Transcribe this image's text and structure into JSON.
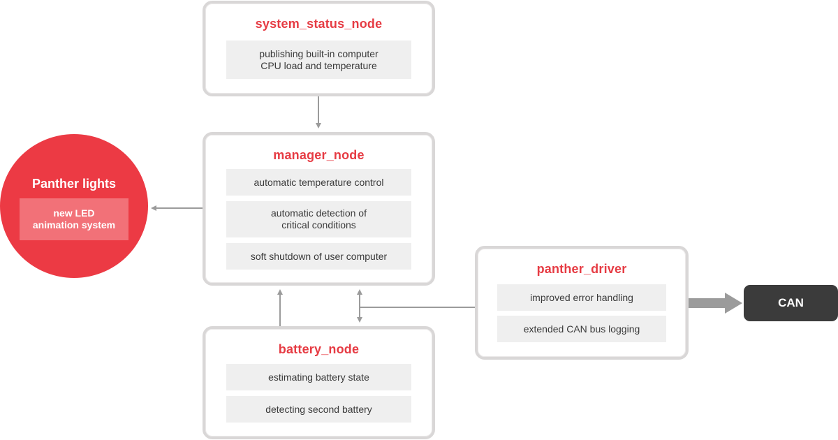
{
  "nodes": {
    "system_status": {
      "title": "system_status_node",
      "features": [
        "publishing built-in computer\nCPU load and temperature"
      ]
    },
    "manager": {
      "title": "manager_node",
      "features": [
        "automatic temperature control",
        "automatic detection of\ncritical conditions",
        "soft shutdown of user computer"
      ]
    },
    "battery": {
      "title": "battery_node",
      "features": [
        "estimating battery state",
        "detecting second battery"
      ]
    },
    "panther_driver": {
      "title": "panther_driver",
      "features": [
        "improved error handling",
        "extended CAN bus logging"
      ]
    }
  },
  "lights": {
    "title": "Panther lights",
    "feature": "new LED\nanimation system"
  },
  "can": {
    "label": "CAN"
  },
  "colors": {
    "accent": "#e63b43",
    "circle": "#ec3a44",
    "box_border": "#d9d7d7",
    "feature_bg": "#efefef",
    "connector": "#9b9b9b",
    "can_bg": "#3b3b3b"
  }
}
